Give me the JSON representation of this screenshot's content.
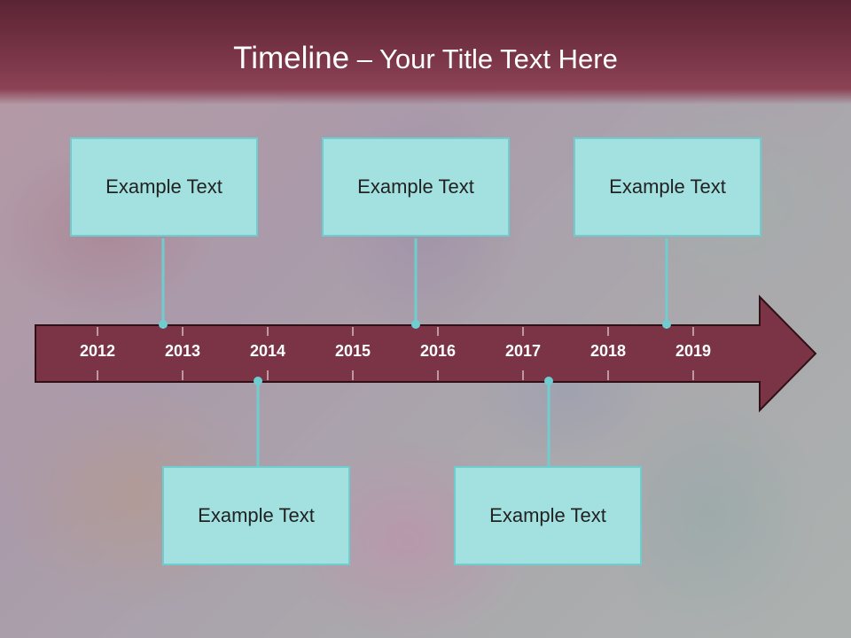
{
  "slide": {
    "title_main": "Timeline",
    "title_rest": " – Your Title Text Here"
  },
  "timeline": {
    "years": [
      "2012",
      "2013",
      "2014",
      "2015",
      "2016",
      "2017",
      "2018",
      "2019"
    ],
    "arrow_color": "#7b3446",
    "callout_fill": "#a3e1e1",
    "callout_border": "#70cdcf"
  },
  "callouts": {
    "top": [
      {
        "text": "Example Text"
      },
      {
        "text": "Example Text"
      },
      {
        "text": "Example Text"
      }
    ],
    "bottom": [
      {
        "text": "Example Text"
      },
      {
        "text": "Example Text"
      }
    ]
  }
}
